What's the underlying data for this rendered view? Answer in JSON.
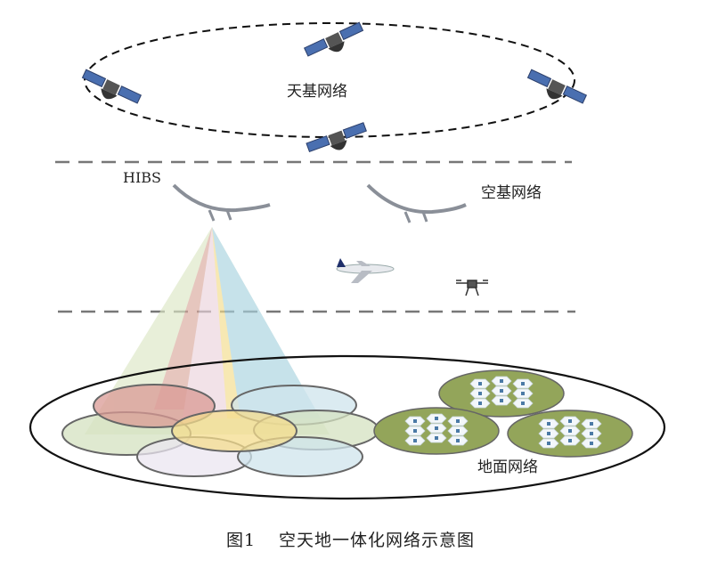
{
  "labels": {
    "space_network": "天基网络",
    "hibs": "HIBS",
    "air_network": "空基网络",
    "ground_network": "地面网络"
  },
  "caption": {
    "figure_number": "图1",
    "title": "空天地一体化网络示意图"
  },
  "colors": {
    "beam_red": "#d9a89c",
    "beam_pink": "#ecd3dc",
    "beam_yellow": "#f3dc8c",
    "beam_blue": "#a9d3e0",
    "beam_green": "#dde7c6",
    "cell_red": "#d99a94",
    "cell_blue": "#cfe4ec",
    "cell_green": "#d4e2c0",
    "cell_yellow": "#f4dc8e",
    "cell_lavender": "#ebe6f0",
    "hex_olive": "#93a55a"
  }
}
